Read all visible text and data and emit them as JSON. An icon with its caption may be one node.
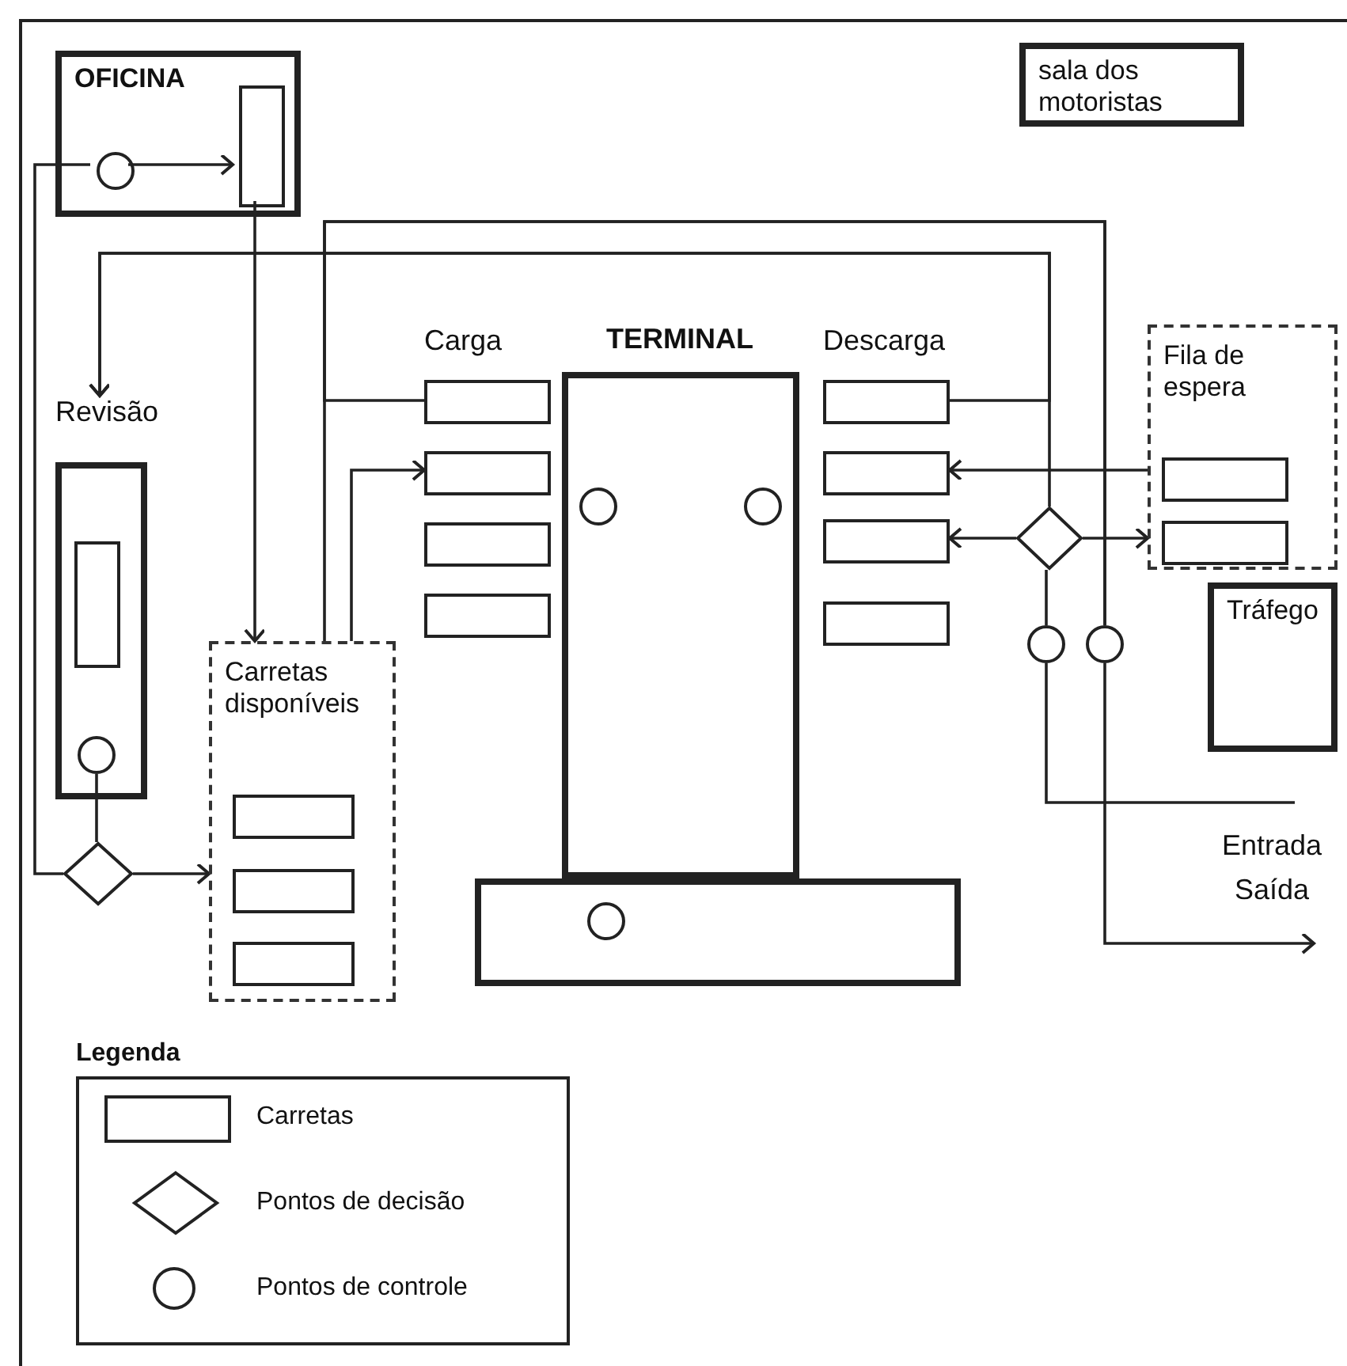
{
  "diagram": {
    "nodes": [
      {
        "text": [
          "OFICINA"
        ]
      },
      {
        "text": [],
        "shape": "box",
        "in": 0
      },
      {
        "text": [],
        "shape": "circle",
        "in": 0
      },
      {
        "text": [
          "sala dos motoristas"
        ]
      },
      {
        "text": [
          "Revisão"
        ]
      },
      {
        "text": [],
        "shape": "box",
        "in": 4
      },
      {
        "text": [],
        "shape": "circle",
        "in": 4
      },
      {
        "text": [],
        "shape": "diamond"
      },
      {
        "text": [
          "Carretas disponíveis"
        ]
      },
      {
        "text": [],
        "shape": "box",
        "in": 8
      },
      {
        "text": [],
        "shape": "box",
        "in": 8
      },
      {
        "text": [],
        "shape": "box",
        "in": 8
      },
      {
        "text": [],
        "shape": "box"
      },
      {
        "text": [],
        "shape": "box"
      },
      {
        "text": [],
        "shape": "box"
      },
      {
        "text": [],
        "shape": "box"
      },
      {
        "text": [
          "TERMINAL"
        ]
      },
      {
        "text": [],
        "shape": "circle",
        "in": 16
      },
      {
        "text": [],
        "shape": "circle",
        "in": 16
      },
      {
        "text": [],
        "shape": "box"
      },
      {
        "text": [],
        "shape": "circle",
        "in": 19
      },
      {
        "text": [],
        "shape": "box"
      },
      {
        "text": [],
        "shape": "box"
      },
      {
        "text": [],
        "shape": "box"
      },
      {
        "text": [],
        "shape": "box"
      },
      {
        "text": [
          "Fila de espera"
        ]
      },
      {
        "text": [],
        "shape": "box",
        "in": 25
      },
      {
        "text": [],
        "shape": "box",
        "in": 25
      },
      {
        "text": [],
        "shape": "diamond"
      },
      {
        "text": [],
        "shape": "circle"
      },
      {
        "text": [],
        "shape": "circle"
      },
      {
        "text": [
          "Tráfego"
        ]
      }
    ],
    "edges": [
      {
        "from": 7,
        "to": 2,
        "arrow": "none"
      },
      {
        "from": 2,
        "to": 1,
        "arrow": "to"
      },
      {
        "from": 1,
        "to": 8,
        "arrow": "to"
      },
      {
        "from": 28,
        "to": 4,
        "arrow": "to"
      },
      {
        "from": 21,
        "to": 4,
        "arrow": "to"
      },
      {
        "from": 12,
        "to": 30,
        "arrow": "none"
      },
      {
        "from": 8,
        "to": 30,
        "arrow": "none"
      },
      {
        "from": 8,
        "to": 13,
        "arrow": "to"
      },
      {
        "from": 25,
        "to": 22,
        "arrow": "to"
      },
      {
        "from": 28,
        "to": 23,
        "arrow": "to"
      },
      {
        "from": 28,
        "to": 25,
        "arrow": "to"
      },
      {
        "from": 29,
        "to": 28,
        "arrow": "none"
      },
      {
        "from": null,
        "to": 29,
        "arrow": "none"
      },
      {
        "from": 30,
        "to": null,
        "arrow": "to"
      },
      {
        "from": 6,
        "to": 7,
        "arrow": "none"
      },
      {
        "from": 7,
        "to": 8,
        "arrow": "to"
      }
    ],
    "labels": [
      "Carga",
      "Descarga",
      "Entrada",
      "Saída",
      "Legenda"
    ],
    "legend": [
      {
        "text": "Carretas"
      },
      {
        "text": "Pontos de decisão"
      },
      {
        "text": "Pontos de controle"
      }
    ]
  }
}
